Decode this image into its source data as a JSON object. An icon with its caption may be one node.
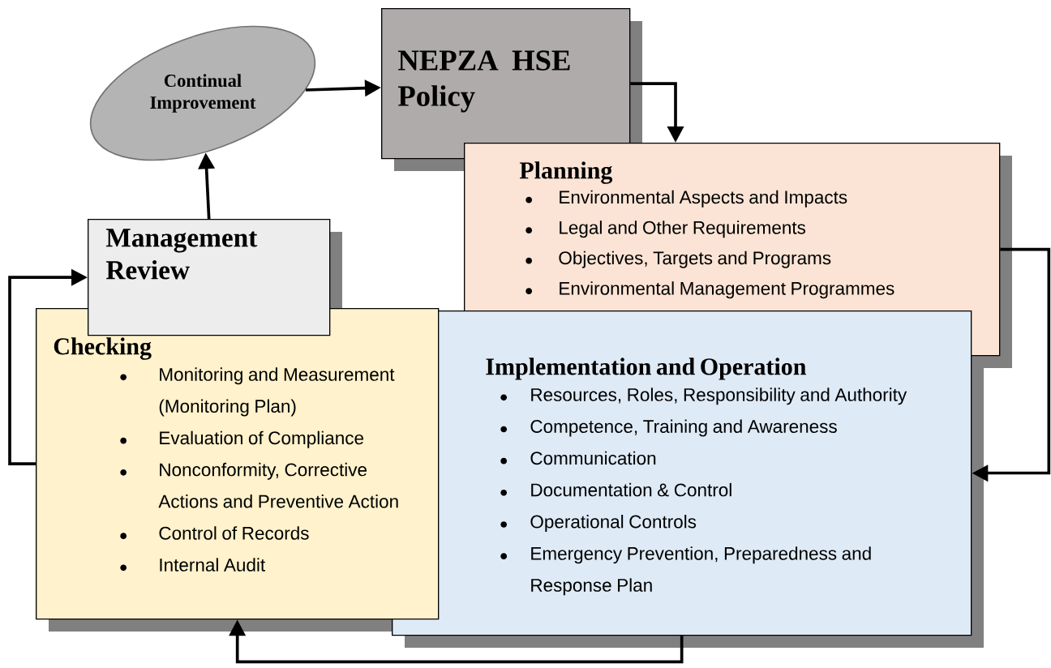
{
  "diagram": {
    "nodes": [
      {
        "text": [
          "Continual Improvement"
        ]
      },
      {
        "text": [
          "NEPZA HSE Policy"
        ]
      },
      {
        "text": [
          "Planning",
          "Environmental Aspects and Impacts",
          "Legal and Other Requirements",
          "Objectives, Targets and Programs",
          "Environmental Management Programmes"
        ]
      },
      {
        "text": [
          "Implementation and Operation",
          "Resources, Roles, Responsibility and Authority",
          "Competence, Training and Awareness",
          "Communication",
          "Documentation & Control",
          "Operational Controls",
          "Emergency Prevention, Preparedness and Response Plan"
        ]
      },
      {
        "text": [
          "Checking",
          "Monitoring and Measurement (Monitoring Plan)",
          "Evaluation of Compliance",
          "Nonconformity, Corrective Actions and Preventive Action",
          "Control of Records",
          "Internal Audit"
        ]
      },
      {
        "text": [
          "Management Review"
        ]
      }
    ],
    "edges": [
      {
        "from": 0,
        "to": 1,
        "arrow": "to"
      },
      {
        "from": 1,
        "to": 2,
        "arrow": "to"
      },
      {
        "from": 2,
        "to": 3,
        "arrow": "to"
      },
      {
        "from": 3,
        "to": 4,
        "arrow": "to"
      },
      {
        "from": 4,
        "to": 5,
        "arrow": "to"
      },
      {
        "from": 5,
        "to": 0,
        "arrow": "to"
      }
    ]
  }
}
